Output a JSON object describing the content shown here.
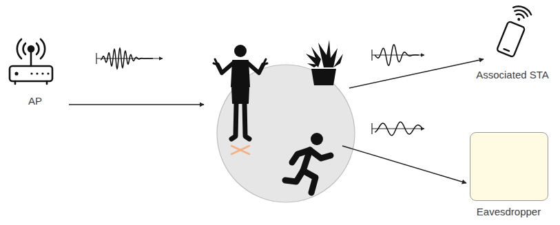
{
  "diagram": {
    "nodes": [
      {
        "text": [
          "AP"
        ]
      },
      {
        "text": [
          "Associated STA"
        ]
      },
      {
        "text": [
          "Eavesdropper"
        ]
      }
    ]
  }
}
